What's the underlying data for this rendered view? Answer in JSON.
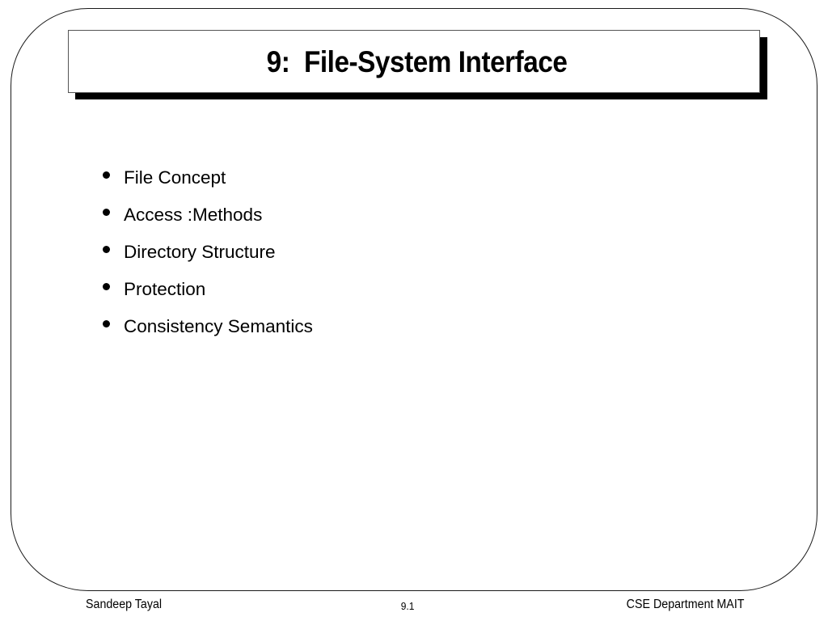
{
  "slide": {
    "title": "9:  File-System Interface",
    "bullets": [
      {
        "label": "File Concept"
      },
      {
        "label": "Access :Methods"
      },
      {
        "label": "Directory Structure"
      },
      {
        "label": "Protection"
      },
      {
        "label": "Consistency Semantics"
      }
    ]
  },
  "footer": {
    "author": "Sandeep Tayal",
    "page_number": "9.1",
    "department": "CSE Department MAIT"
  },
  "colors": {
    "background": "#ffffff",
    "text": "#000000",
    "title_shadow": "#000000",
    "frame_border": "#1a1a1a"
  }
}
